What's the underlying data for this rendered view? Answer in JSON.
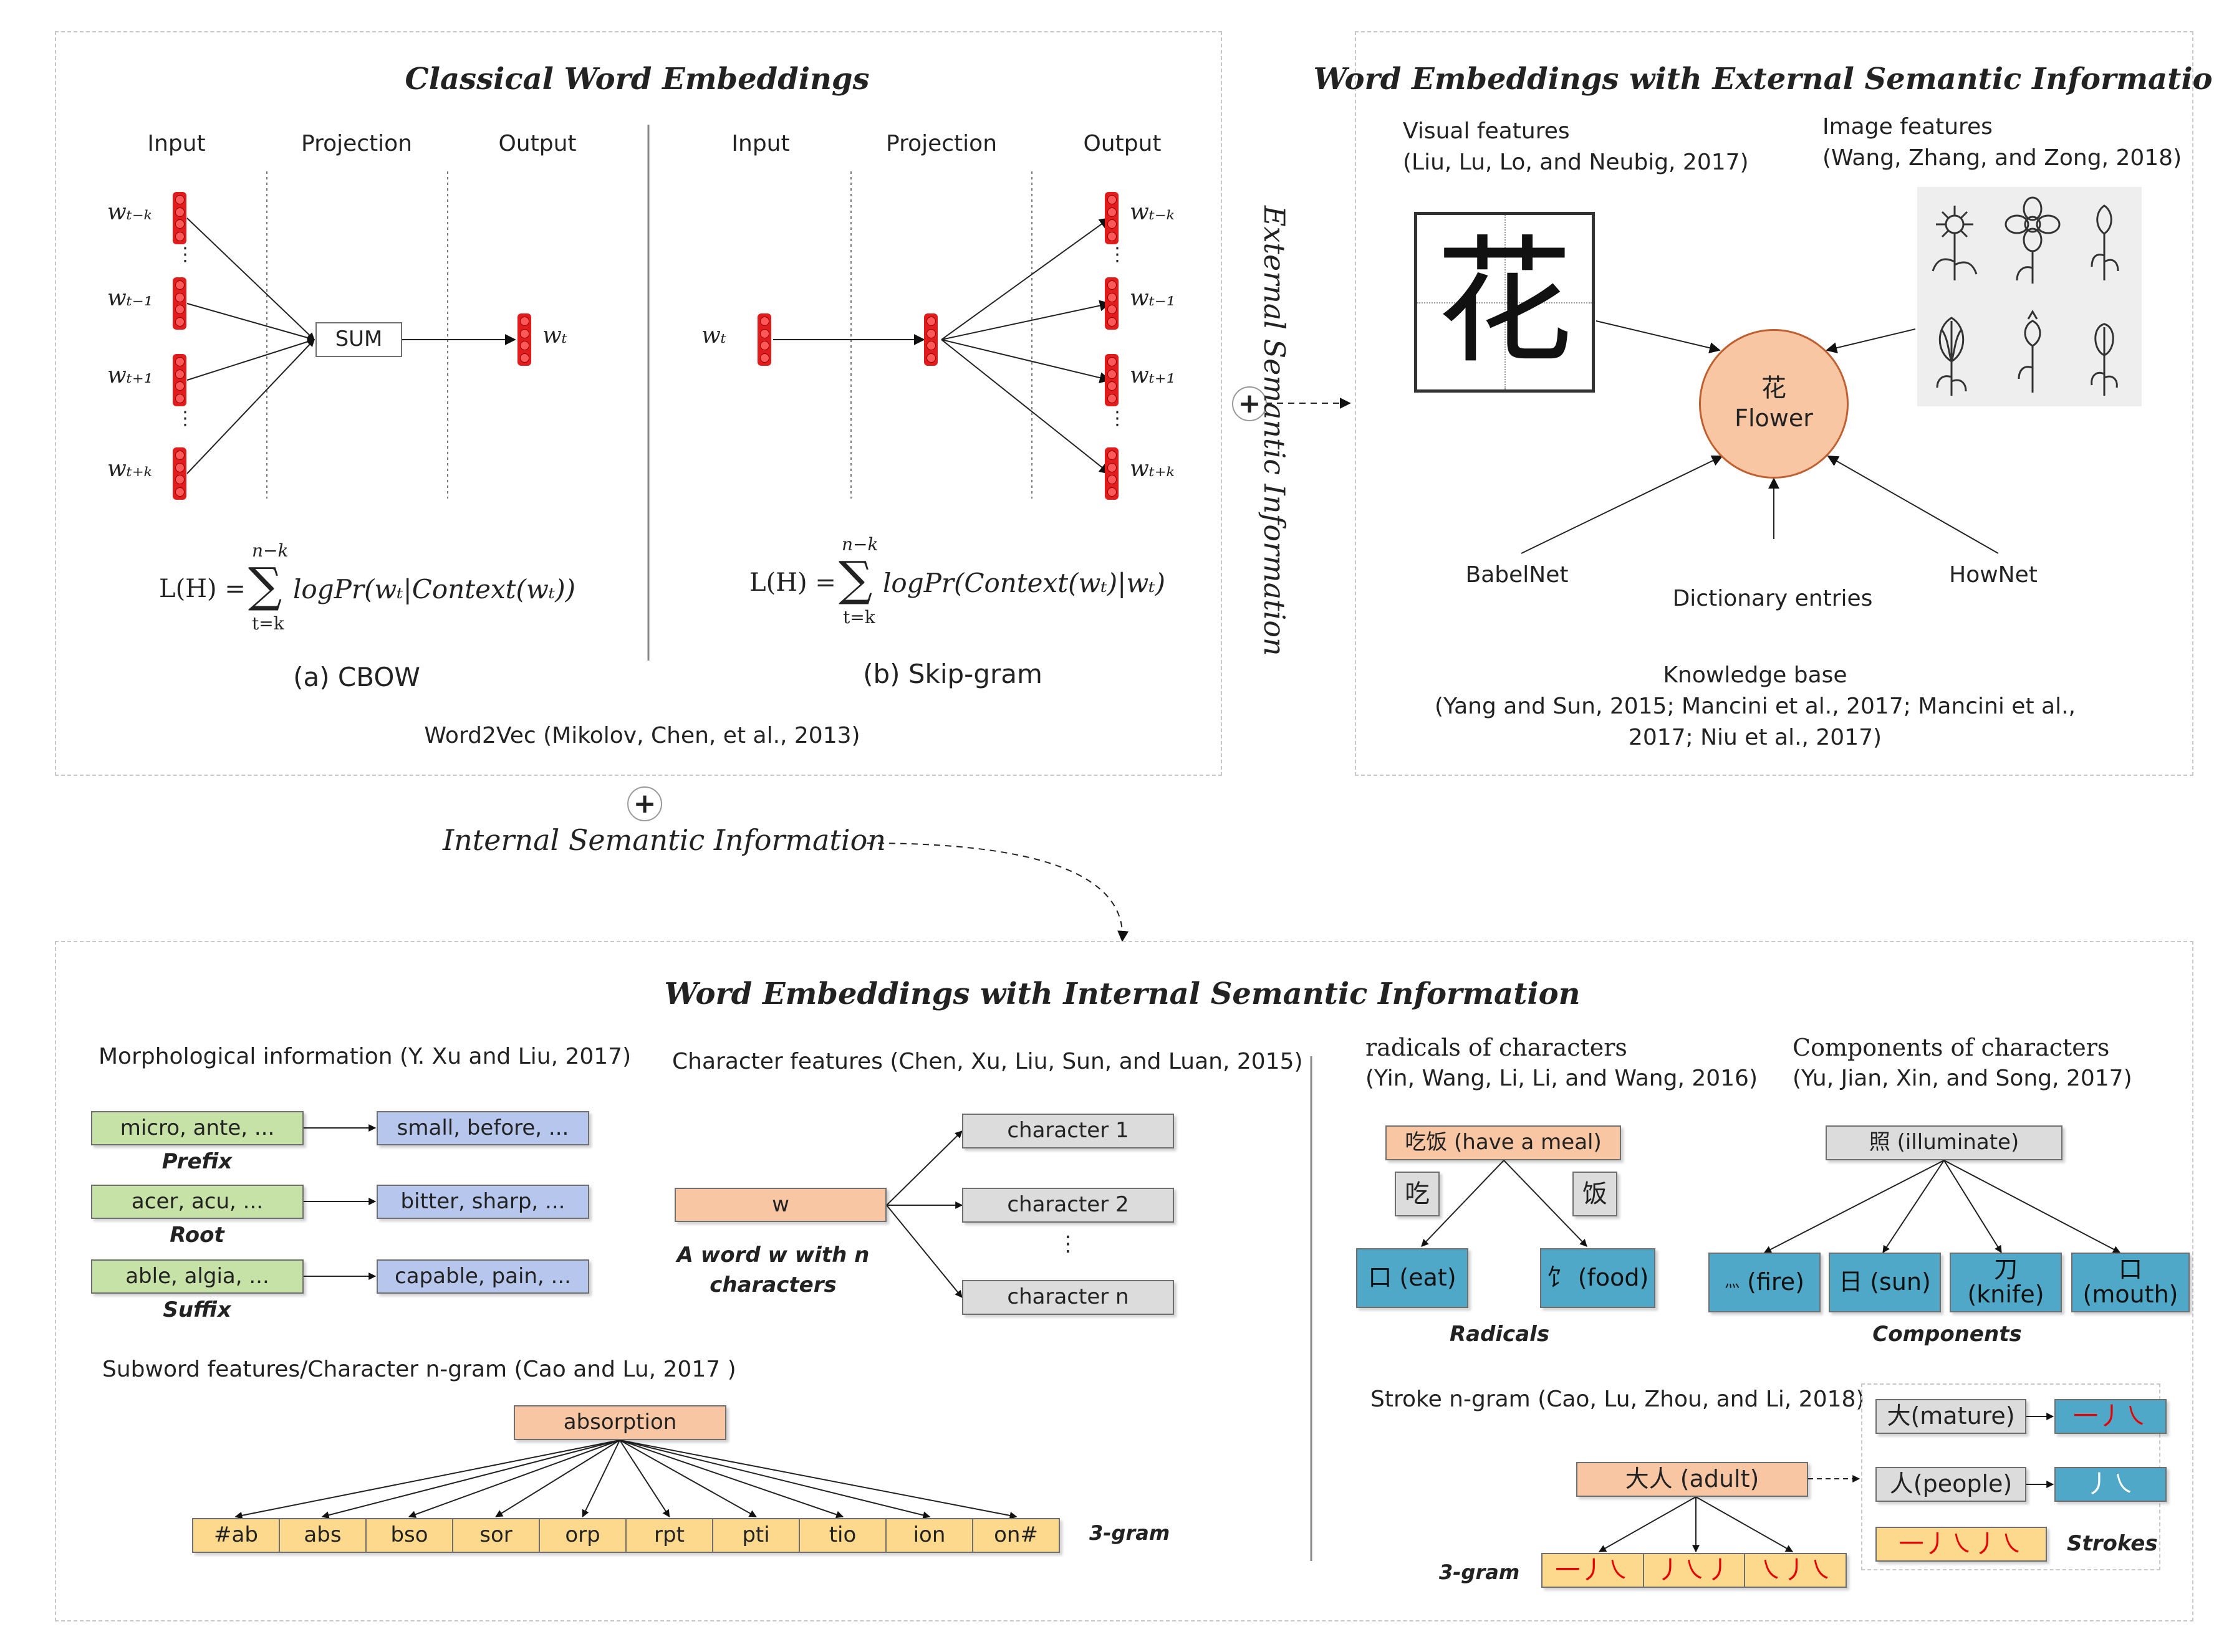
{
  "classical": {
    "title": "Classical Word Embeddings",
    "cbow": {
      "input": "Input",
      "projection": "Projection",
      "output": "Output",
      "inputs": [
        "wₜ₋ₖ",
        "wₜ₋₁",
        "wₜ₊₁",
        "wₜ₊ₖ"
      ],
      "sum": "SUM",
      "output_word": "wₜ",
      "formula_left": "L(H) =",
      "sum_top": "n−k",
      "sum_bottom": "t=k",
      "formula_right": "logPr(wₜ|Context(wₜ))",
      "caption": "(a) CBOW"
    },
    "skipgram": {
      "input": "Input",
      "projection": "Projection",
      "output": "Output",
      "input_word": "wₜ",
      "outputs": [
        "wₜ₋ₖ",
        "wₜ₋₁",
        "wₜ₊₁",
        "wₜ₊ₖ"
      ],
      "formula_left": "L(H) =",
      "sum_top": "n−k",
      "sum_bottom": "t=k",
      "formula_right": "logPr(Context(wₜ)|wₜ)",
      "caption": "(b) Skip-gram"
    },
    "citation": "Word2Vec (Mikolov, Chen, et al., 2013)"
  },
  "external_link": {
    "plus": "+",
    "label": "External Semantic Information"
  },
  "internal_link": {
    "plus": "+",
    "label": "Internal Semantic Information"
  },
  "external": {
    "title": "Word Embeddings with External Semantic Information",
    "visual_label": "Visual features",
    "visual_cite": "(Liu, Lu, Lo, and Neubig, 2017)",
    "visual_char": "花",
    "image_label": "Image features",
    "image_cite": "(Wang, Zhang, and Zong, 2018)",
    "center_char": "花",
    "center_word": "Flower",
    "babelnet": "BabelNet",
    "dictionary": "Dictionary entries",
    "hownet": "HowNet",
    "kb_label": "Knowledge base",
    "kb_cite_1": "(Yang and Sun, 2015; Mancini et al., 2017; Mancini et al.,",
    "kb_cite_2": "2017; Niu et al., 2017)",
    "colors": {
      "center_fill": "#f8c6a2",
      "center_stroke": "#c06030"
    }
  },
  "internal": {
    "title": "Word Embeddings with Internal Semantic Information",
    "morph": {
      "label": "Morphological information (Y. Xu and Liu, 2017)",
      "rows": [
        {
          "left": "micro, ante, ...",
          "right": "small, before, ...",
          "tag": "Prefix"
        },
        {
          "left": "acer, acu, ...",
          "right": "bitter, sharp, ...",
          "tag": "Root"
        },
        {
          "left": "able, algia, ...",
          "right": "capable, pain, ...",
          "tag": "Suffix"
        }
      ]
    },
    "charfeat": {
      "label": "Character features (Chen, Xu, Liu, Sun, and Luan, 2015)",
      "word": "w",
      "caption_1": "A word w with n",
      "caption_2": "characters",
      "chars": [
        "character 1",
        "character 2",
        "character n"
      ],
      "dots": "⋮"
    },
    "subword": {
      "label": "Subword features/Character n-gram (Cao and Lu, 2017 )",
      "word": "absorption",
      "grams": [
        "#ab",
        "abs",
        "bso",
        "sor",
        "orp",
        "rpt",
        "pti",
        "tio",
        "ion",
        "on#"
      ],
      "tag": "3-gram"
    },
    "radicals": {
      "label_1": "radicals of characters",
      "label_2": "(Yin, Wang, Li, Li, and Wang, 2016)",
      "word": "吃饭 (have a meal)",
      "chars": [
        "吃",
        "饭"
      ],
      "leaves": [
        "口 (eat)",
        "饣 (food)"
      ],
      "tag": "Radicals"
    },
    "components": {
      "label_1": "Components of characters",
      "label_2": "(Yu, Jian, Xin, and Song, 2017)",
      "word": "照 (illuminate)",
      "leaves": [
        {
          "glyph": "灬",
          "text": "(fire)"
        },
        {
          "glyph": "日",
          "text": "(sun)"
        },
        {
          "glyph": "刀",
          "text": "(knife)"
        },
        {
          "glyph": "口",
          "text": "(mouth)"
        }
      ],
      "tag": "Components"
    },
    "stroke": {
      "label": "Stroke n-gram (Cao, Lu, Zhou, and Li, 2018)",
      "word": "大人 (adult)",
      "grams": [
        "一丿㇏",
        "丿㇏丿",
        "㇏丿㇏"
      ],
      "tag": "3-gram",
      "legend": [
        {
          "char": "大(mature)",
          "strokes": "一丿㇏"
        },
        {
          "char": "人(people)",
          "strokes": "丿㇏"
        }
      ],
      "all_strokes": "一丿㇏丿㇏",
      "legend_tag": "Strokes"
    }
  }
}
